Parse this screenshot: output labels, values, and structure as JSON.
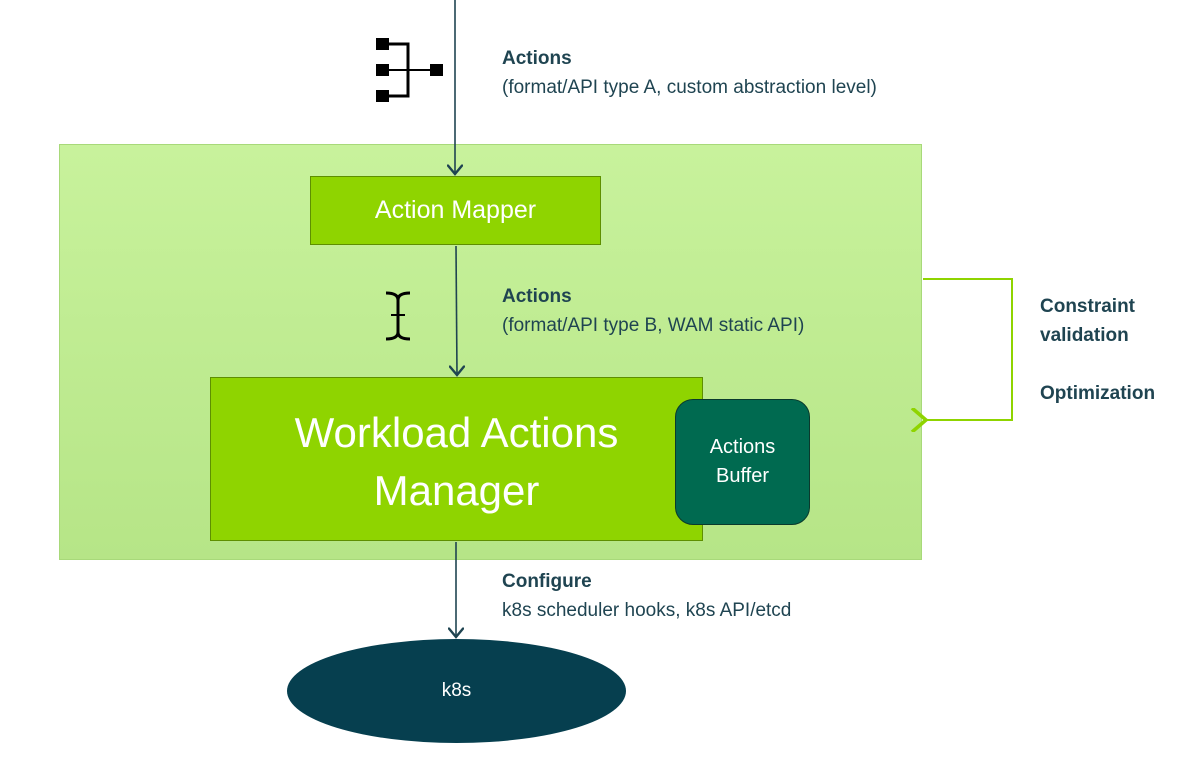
{
  "top_annotation": {
    "title": "Actions",
    "subtitle": "(format/API type A, custom abstraction level)"
  },
  "mapper": {
    "label": "Action Mapper"
  },
  "middle_annotation": {
    "title": "Actions",
    "subtitle": "(format/API type B, WAM static API)"
  },
  "wam": {
    "line1": "Workload Actions",
    "line2": "Manager"
  },
  "buffer": {
    "line1": "Actions",
    "line2": "Buffer"
  },
  "feedback": {
    "line1": "Constraint",
    "line2": "validation",
    "line3": "Optimization"
  },
  "bottom_annotation": {
    "title": "Configure",
    "subtitle": "k8s scheduler hooks, k8s API/etcd"
  },
  "k8s": {
    "label": "k8s"
  },
  "colors": {
    "outer": "#c8f29c",
    "box_green": "#8fd400",
    "buffer": "#006a50",
    "k8s": "#063f4f",
    "text": "#1f4451",
    "feedback_line": "#8fd400"
  },
  "icons": {
    "top": "branching-tree-icon",
    "middle": "i-beam-icon"
  }
}
